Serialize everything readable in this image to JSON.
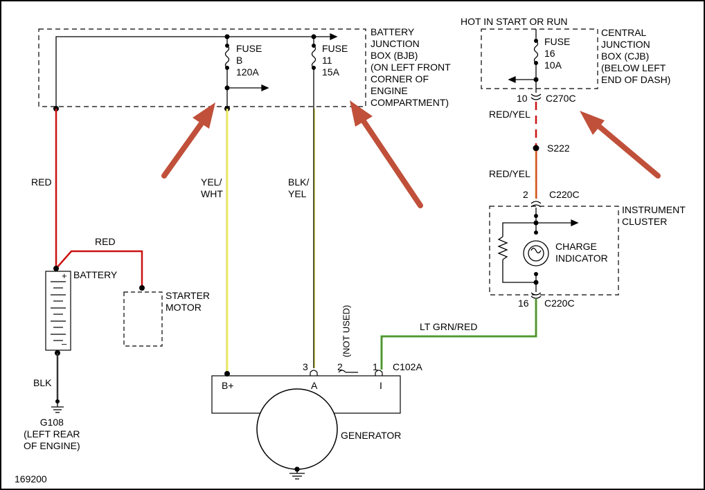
{
  "diagram": {
    "bjb": {
      "fuse_b": "FUSE\nB\n120A",
      "fuse_11": "FUSE\n11\n15A",
      "label": "BATTERY\nJUNCTION\nBOX (BJB)\n(ON LEFT FRONT\nCORNER OF\nENGINE\nCOMPARTMENT)"
    },
    "cjb": {
      "hot_label": "HOT IN START OR RUN",
      "fuse": "FUSE\n16\n10A",
      "label": "CENTRAL\nJUNCTION\nBOX (CJB)\n(BELOW LEFT\nEND OF DASH)",
      "pin": "10",
      "connector": "C270C"
    },
    "splice": "S222",
    "wires": {
      "red_main": "RED",
      "red_starter": "RED",
      "yel_wht": "YEL/\nWHT",
      "blk_yel": "BLK/\nYEL",
      "red_yel_top": "RED/YEL",
      "red_yel_bottom": "RED/YEL",
      "lt_grn_red": "LT GRN/RED",
      "blk": "BLK"
    },
    "battery": "BATTERY",
    "battery_plus": "+",
    "battery_minus": "–",
    "starter": "STARTER\nMOTOR",
    "ground": "G108\n(LEFT REAR\nOF ENGINE)",
    "instrument": {
      "label": "INSTRUMENT\nCLUSTER",
      "indicator": "CHARGE\nINDICATOR",
      "pin_top": "2",
      "conn_top": "C220C",
      "pin_bottom": "16",
      "conn_bottom": "C220C"
    },
    "generator": {
      "label": "GENERATOR",
      "bplus": "B+",
      "a": "A",
      "i": "I",
      "pin3": "3",
      "pin2": "2",
      "pin1": "1",
      "connector": "C102A",
      "not_used": "(NOT USED)"
    },
    "figure_id": "169200"
  },
  "colors": {
    "red_wire": "#cc1111",
    "yellow_wire": "#f2f26a",
    "green_wire": "#44b63a",
    "arrow": "#c0503a",
    "dashed_red": "#cc1111"
  }
}
